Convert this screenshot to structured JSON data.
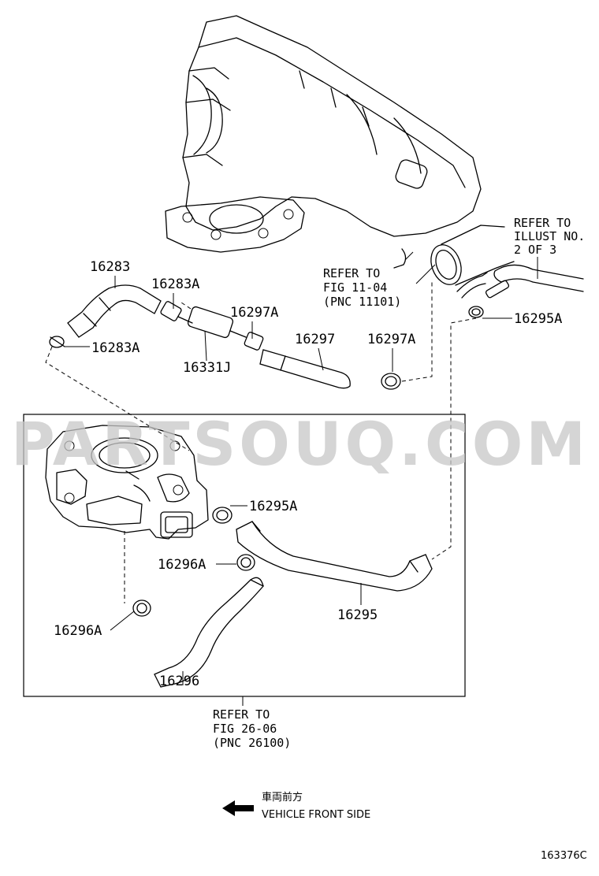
{
  "watermark": "PARTSOUQ.COM",
  "callouts": {
    "p16283": "16283",
    "p16283A_top": "16283A",
    "p16283A_left": "16283A",
    "p16331J": "16331J",
    "p16297A_left": "16297A",
    "p16297": "16297",
    "p16297A_right": "16297A",
    "p16295A_top": "16295A",
    "p16295A_mid": "16295A",
    "p16296A_top": "16296A",
    "p16296A_left": "16296A",
    "p16295": "16295",
    "p16296": "16296"
  },
  "refer_fig_11": [
    "REFER TO",
    "FIG 11-04",
    "(PNC 11101)"
  ],
  "refer_illust": [
    "REFER TO",
    "ILLUST NO.",
    "2 OF 3"
  ],
  "refer_fig_26": [
    "REFER TO",
    "FIG 26-06",
    "(PNC 26100)"
  ],
  "direction": {
    "jp": "車両前方",
    "en": "VEHICLE FRONT SIDE"
  },
  "figure_id": "163376C"
}
